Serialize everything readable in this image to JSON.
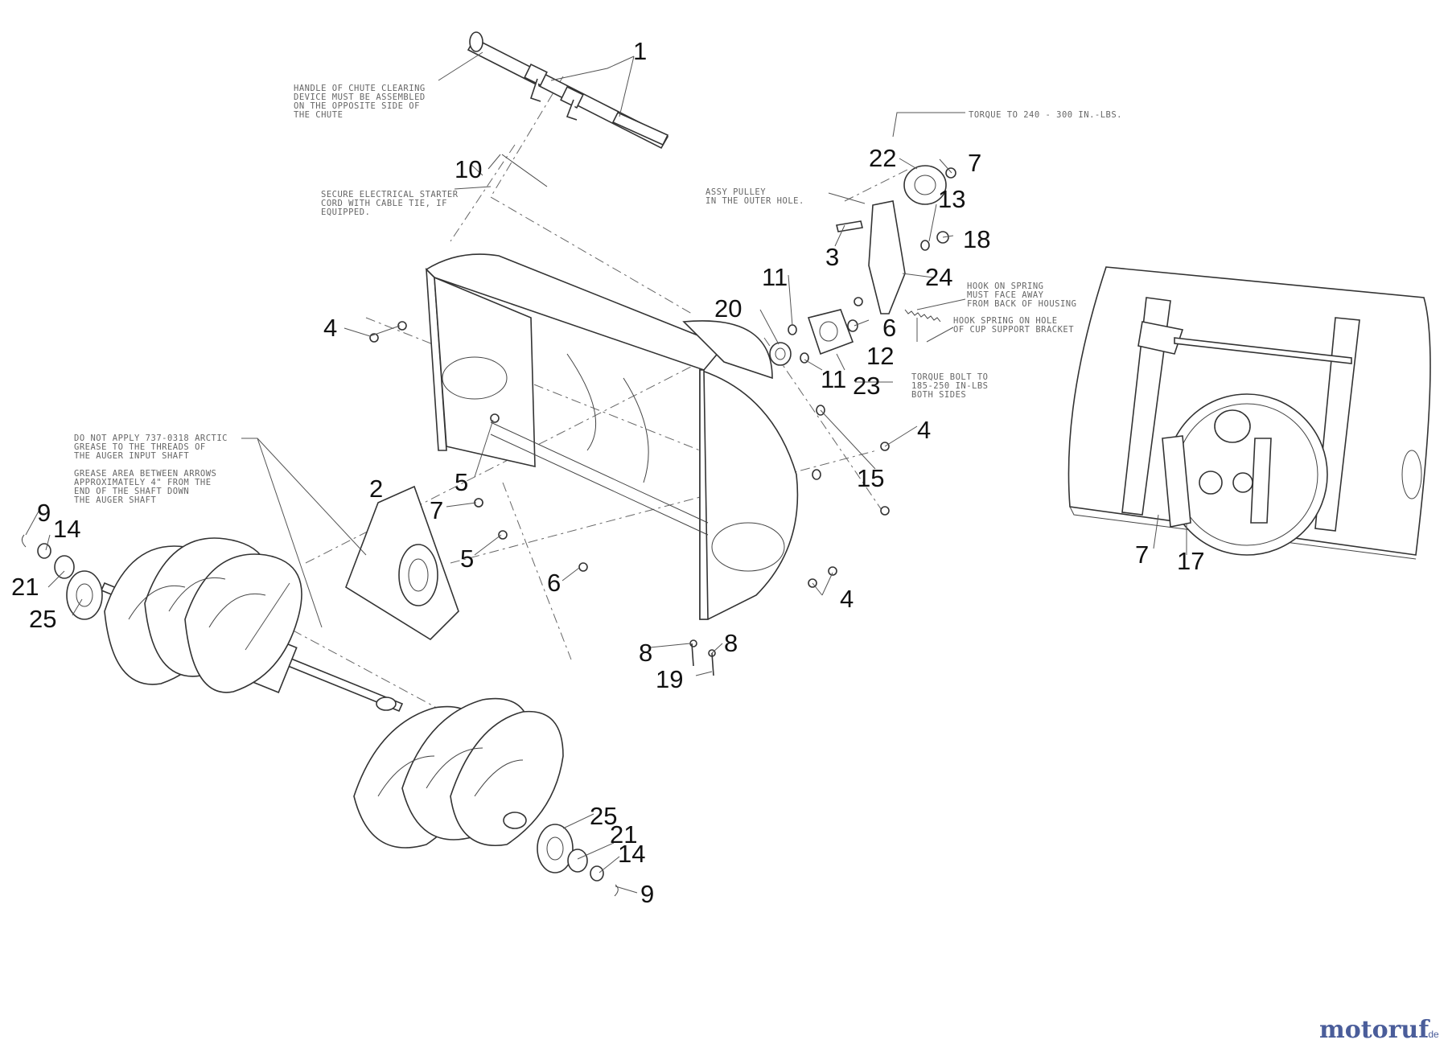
{
  "callouts": [
    {
      "id": "c1a",
      "label": "1"
    },
    {
      "id": "c2",
      "label": "2"
    },
    {
      "id": "c3",
      "label": "3"
    },
    {
      "id": "c4a",
      "label": "4"
    },
    {
      "id": "c4b",
      "label": "4"
    },
    {
      "id": "c4c",
      "label": "4"
    },
    {
      "id": "c5a",
      "label": "5"
    },
    {
      "id": "c5b",
      "label": "5"
    },
    {
      "id": "c6a",
      "label": "6"
    },
    {
      "id": "c6b",
      "label": "6"
    },
    {
      "id": "c7a",
      "label": "7"
    },
    {
      "id": "c7b",
      "label": "7"
    },
    {
      "id": "c7c",
      "label": "7"
    },
    {
      "id": "c8a",
      "label": "8"
    },
    {
      "id": "c8b",
      "label": "8"
    },
    {
      "id": "c9a",
      "label": "9"
    },
    {
      "id": "c9b",
      "label": "9"
    },
    {
      "id": "c10",
      "label": "10"
    },
    {
      "id": "c11a",
      "label": "11"
    },
    {
      "id": "c11b",
      "label": "11"
    },
    {
      "id": "c12",
      "label": "12"
    },
    {
      "id": "c13",
      "label": "13"
    },
    {
      "id": "c14a",
      "label": "14"
    },
    {
      "id": "c14b",
      "label": "14"
    },
    {
      "id": "c15",
      "label": "15"
    },
    {
      "id": "c17",
      "label": "17"
    },
    {
      "id": "c18",
      "label": "18"
    },
    {
      "id": "c19",
      "label": "19"
    },
    {
      "id": "c20",
      "label": "20"
    },
    {
      "id": "c21a",
      "label": "21"
    },
    {
      "id": "c21b",
      "label": "21"
    },
    {
      "id": "c22",
      "label": "22"
    },
    {
      "id": "c23",
      "label": "23"
    },
    {
      "id": "c24",
      "label": "24"
    },
    {
      "id": "c25a",
      "label": "25"
    },
    {
      "id": "c25b",
      "label": "25"
    }
  ],
  "notes": {
    "chute_handle": [
      "HANDLE OF CHUTE CLEARING",
      "DEVICE MUST BE ASSEMBLED",
      "ON THE OPPOSITE SIDE OF",
      "THE CHUTE"
    ],
    "starter_cord": [
      "SECURE ELECTRICAL STARTER",
      "CORD WITH CABLE TIE, IF",
      "EQUIPPED."
    ],
    "assy_pulley": [
      "ASSY PULLEY",
      "IN THE OUTER HOLE."
    ],
    "torque_pulley": [
      "TORQUE TO 240 - 300 IN.-LBS."
    ],
    "hook_spring_face": [
      "HOOK ON SPRING",
      "MUST FACE AWAY",
      "FROM BACK OF HOUSING"
    ],
    "hook_spring_hole": [
      "HOOK SPRING ON HOLE",
      "OF CUP SUPPORT BRACKET"
    ],
    "torque_bolt": [
      "TORQUE BOLT TO",
      "185-250 IN-LBS",
      "BOTH SIDES"
    ],
    "grease": [
      "DO NOT APPLY 737-0318 ARCTIC",
      "GREASE TO THE THREADS OF",
      "THE AUGER INPUT SHAFT",
      "",
      "GREASE AREA BETWEEN ARROWS",
      "APPROXIMATELY 4\" FROM THE",
      "END OF THE SHAFT DOWN",
      "THE AUGER SHAFT"
    ]
  },
  "watermark": {
    "text": "motoruf",
    "suffix": ".de"
  },
  "colors": {
    "line": "#333333",
    "callout": "#111111",
    "note": "#666666",
    "logo_blue": "#4a5d9a",
    "logo_orange": "#e08a2a"
  }
}
